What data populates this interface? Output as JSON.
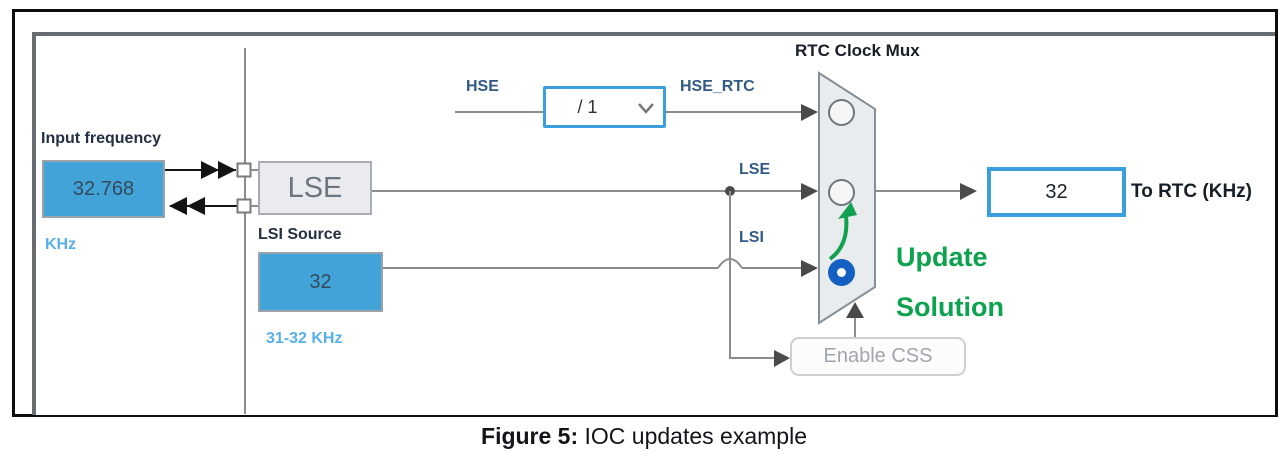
{
  "caption": {
    "label": "Figure 5:",
    "text": " IOC updates example"
  },
  "panel": {
    "title": "RTC Clock Mux",
    "input_frequency": {
      "label": "Input frequency",
      "value": "32.768",
      "unit": "KHz"
    },
    "lse_block": {
      "label": "LSE"
    },
    "lsi": {
      "label": "LSI Source",
      "value": "32",
      "range": "31-32 KHz"
    },
    "hse": {
      "label": "HSE",
      "divider_value": "/ 1",
      "output_signal": "HSE_RTC"
    },
    "signal_labels": {
      "lse": "LSE",
      "lsi": "LSI"
    },
    "mux_inputs": [
      {
        "signal": "HSE_RTC",
        "selected": false
      },
      {
        "signal": "LSE",
        "selected": false
      },
      {
        "signal": "LSI",
        "selected": true
      }
    ],
    "output": {
      "value": "32",
      "label": "To RTC (KHz)"
    },
    "buttons": {
      "enable_css": "Enable CSS"
    },
    "annotation": {
      "line1": "Update",
      "line2": "Solution"
    },
    "colors": {
      "value_box_fill": "#42a3d8",
      "accent_border_blue": "#3aa0dc",
      "selected_radio_blue": "#1460c2",
      "annotation_green": "#0ca24e",
      "signal_label_blue": "#315a85",
      "light_blue_text": "#58b0e6"
    }
  }
}
